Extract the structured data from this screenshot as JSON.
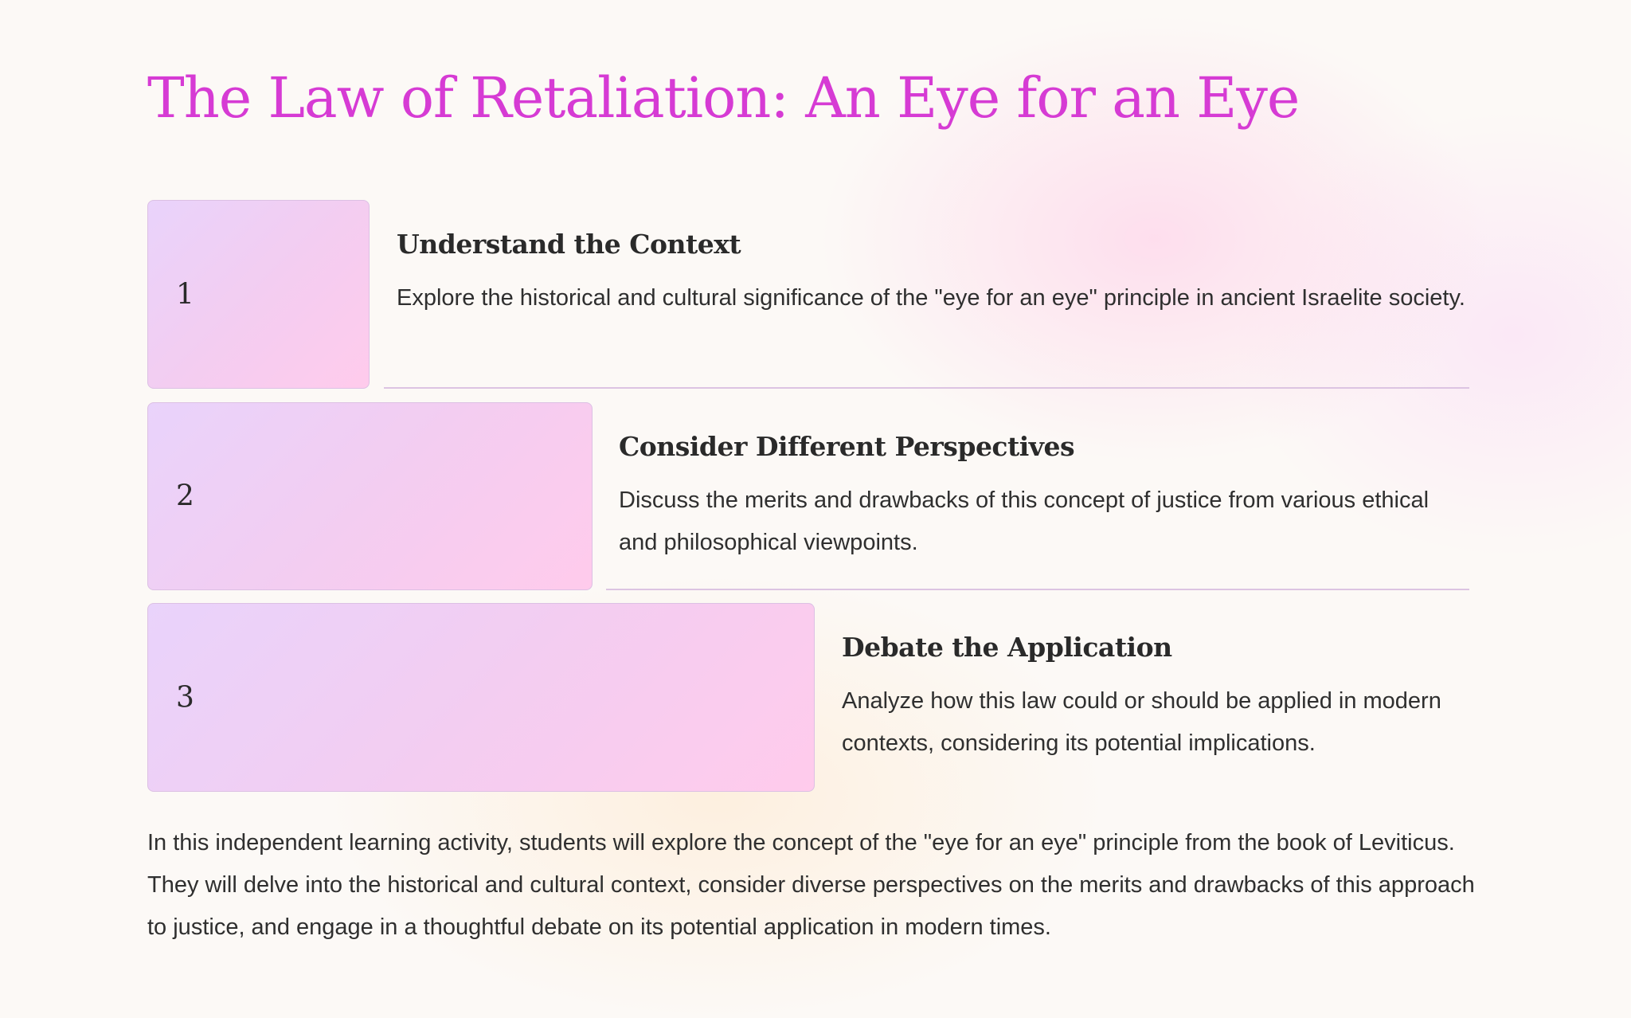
{
  "title": "The Law of Retaliation: An Eye for an Eye",
  "steps": [
    {
      "number": "1",
      "heading": "Understand the Context",
      "text": "Explore the historical and cultural significance of the \"eye for an eye\" principle in ancient Israelite society."
    },
    {
      "number": "2",
      "heading": "Consider Different Perspectives",
      "text": "Discuss the merits and drawbacks of this concept of justice from various ethical and philosophical viewpoints."
    },
    {
      "number": "3",
      "heading": "Debate the Application",
      "text": "Analyze how this law could or should be applied in modern contexts, considering its potential implications."
    }
  ],
  "summary": "In this independent learning activity, students will explore the concept of the \"eye for an eye\" principle from the book of Leviticus. They will delve into the historical and cultural context, consider diverse perspectives on the merits and drawbacks of this approach to justice, and engage in a thoughtful debate on its potential application in modern times.",
  "colors": {
    "title": "#d63bd4",
    "box_start": "#e9d3fb",
    "box_end": "#ffcbec"
  }
}
